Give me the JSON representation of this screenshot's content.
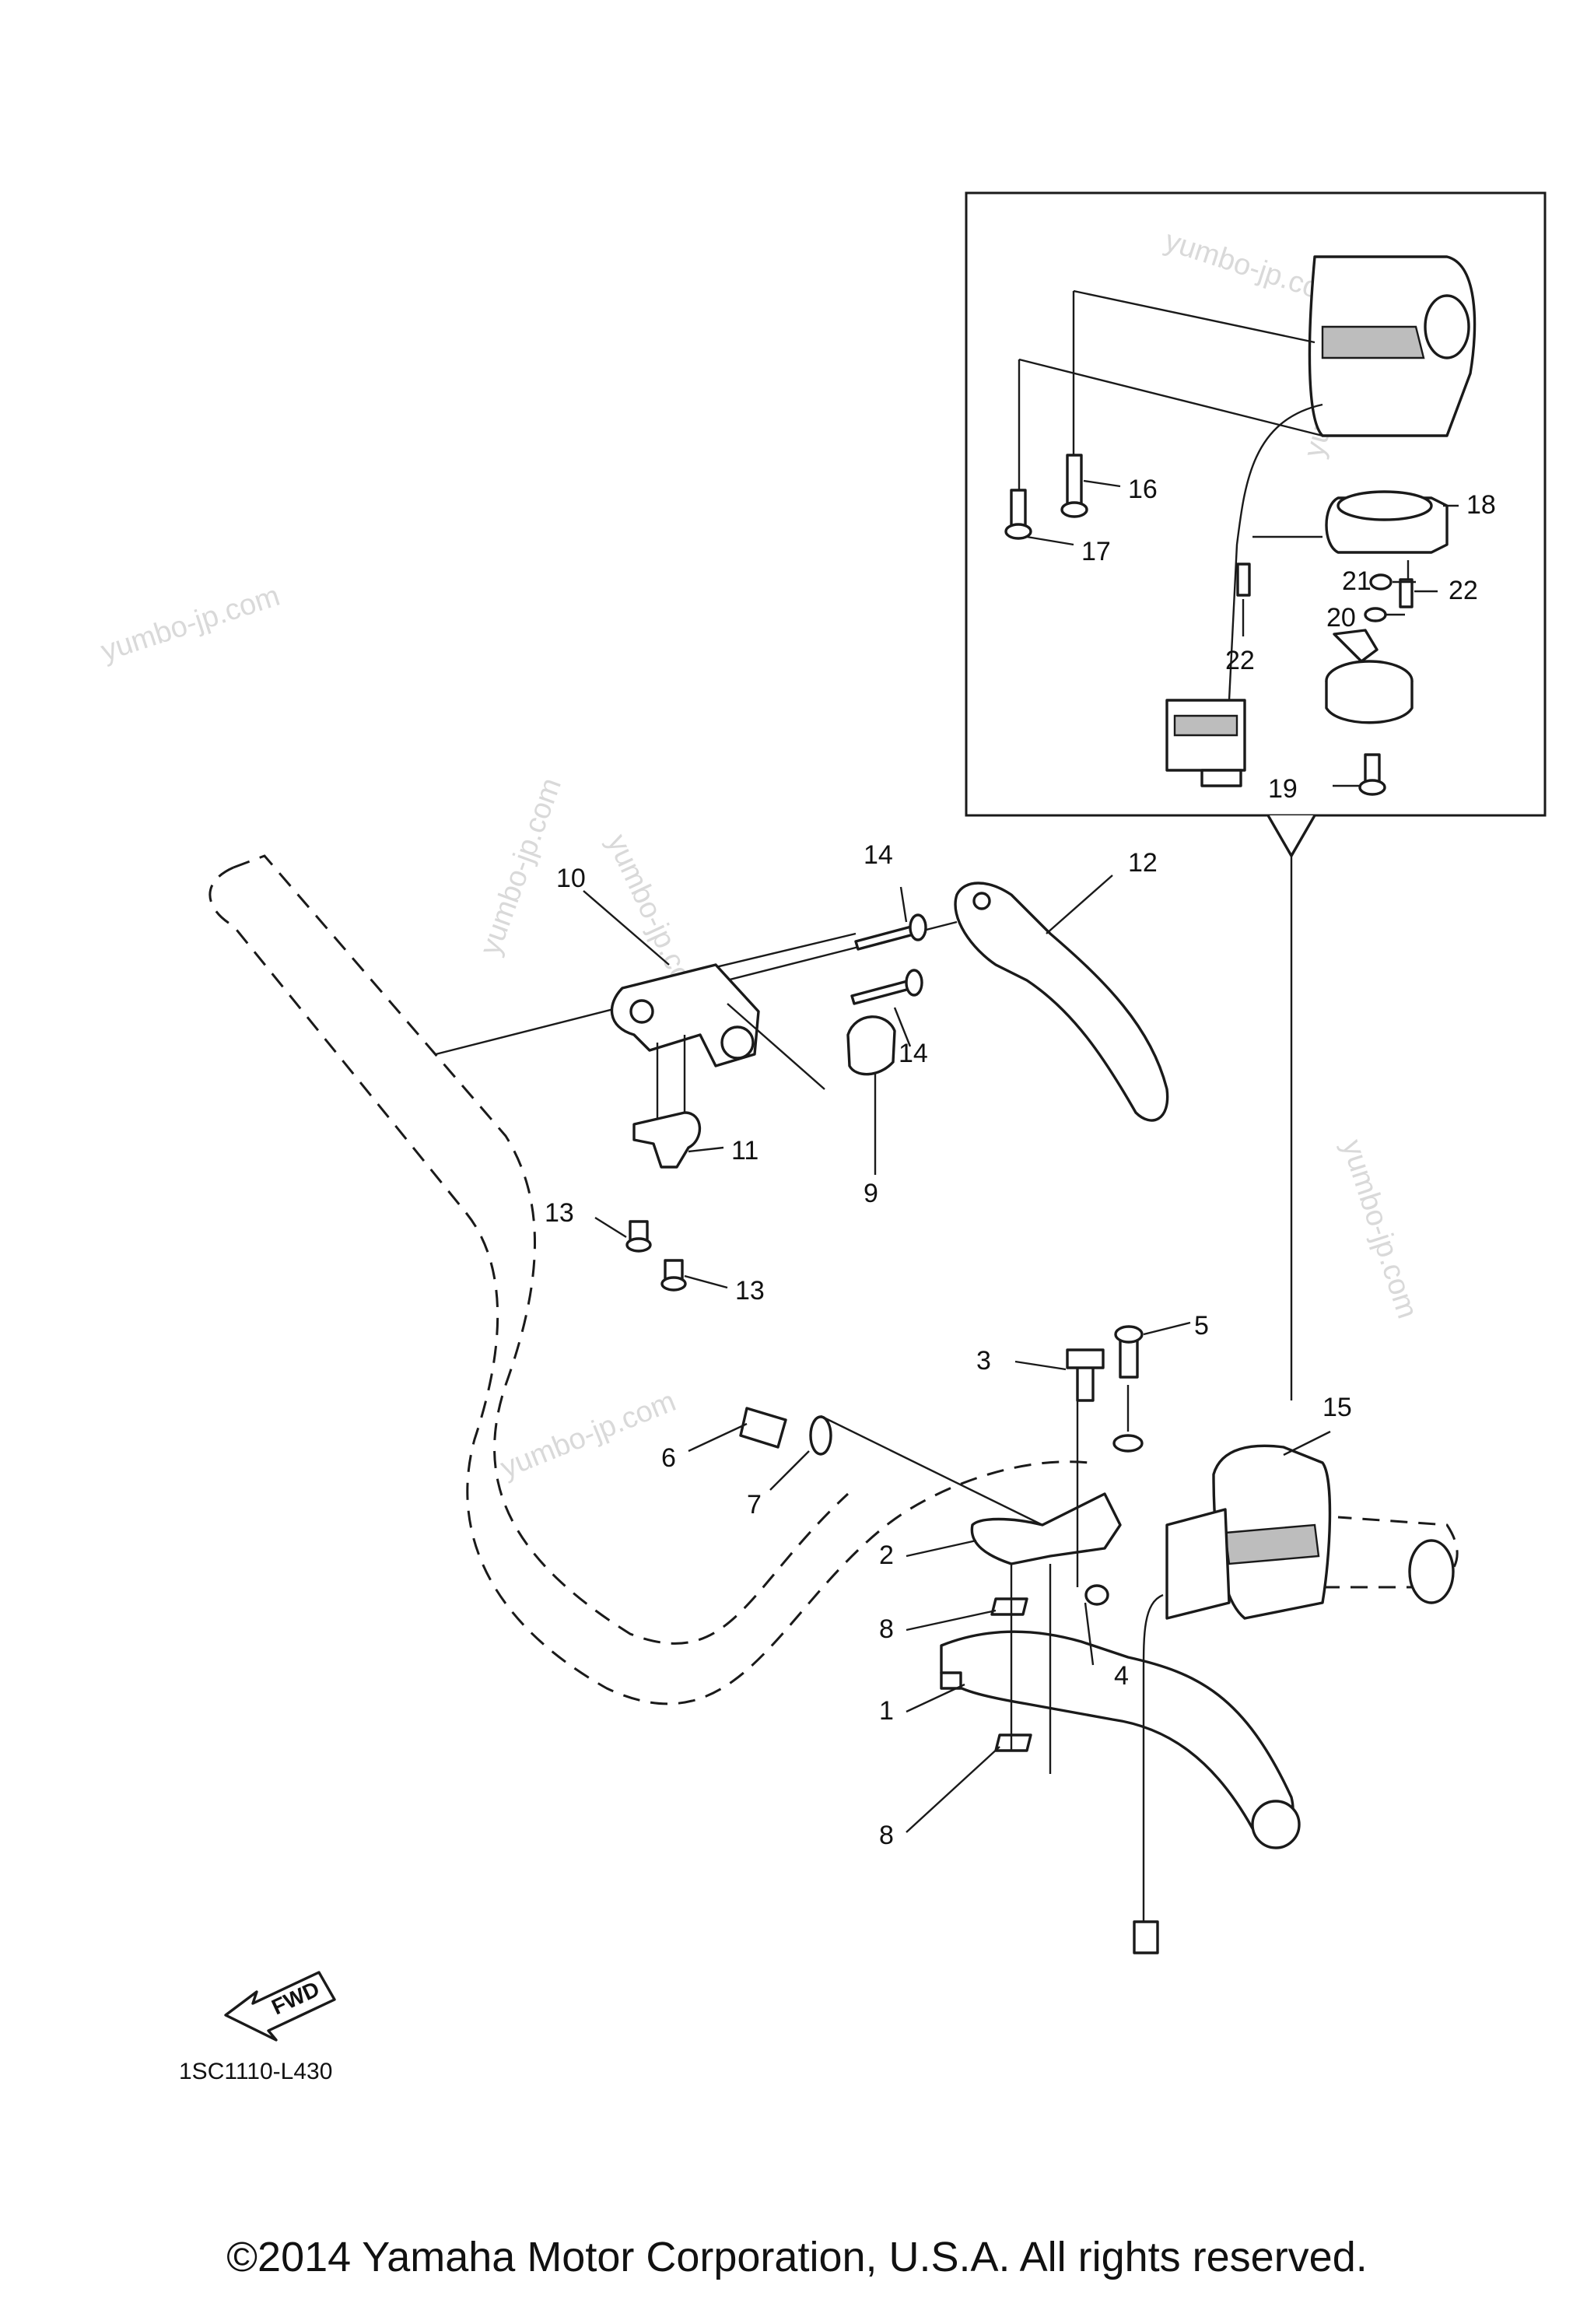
{
  "diagram": {
    "callouts": {
      "c1": "1",
      "c2": "2",
      "c3": "3",
      "c4": "4",
      "c5": "5",
      "c6": "6",
      "c7": "7",
      "c8a": "8",
      "c8b": "8",
      "c9": "9",
      "c10": "10",
      "c11": "11",
      "c12": "12",
      "c13a": "13",
      "c13b": "13",
      "c14a": "14",
      "c14b": "14",
      "c15": "15",
      "c16": "16",
      "c17": "17",
      "c18": "18",
      "c19": "19",
      "c20": "20",
      "c21": "21",
      "c22a": "22",
      "c22b": "22"
    },
    "watermark": "yumbo-jp.com",
    "fwd_label": "FWD",
    "drawing_code": "1SC1110-L430"
  },
  "copyright": "©2014 Yamaha Motor Corporation, U.S.A. All rights reserved.",
  "colors": {
    "ink": "#1a1a1a",
    "watermark": "#d9d9d9",
    "shade": "#bdbdbd",
    "background": "#ffffff"
  }
}
